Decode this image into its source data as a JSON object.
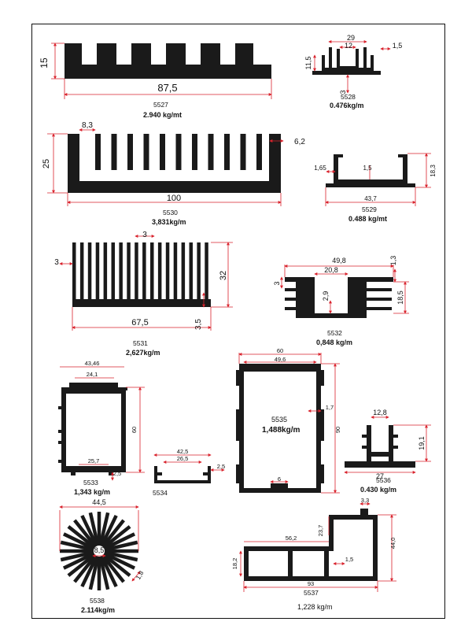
{
  "profiles": [
    {
      "code": "5527",
      "weight": "2.940 kg/mt",
      "dims": [
        "15",
        "87,5"
      ]
    },
    {
      "code": "5528",
      "weight": "0.476kg/m",
      "dims": [
        "29",
        "12",
        "1,5",
        "11,5",
        "3"
      ]
    },
    {
      "code": "5530",
      "weight": "3,831kg/m",
      "dims": [
        "8,3",
        "6,2",
        "25",
        "100"
      ]
    },
    {
      "code": "5529",
      "weight": "0.488 kg/mt",
      "dims": [
        "1,65",
        "1,5",
        "18,3",
        "43,7"
      ]
    },
    {
      "code": "5531",
      "weight": "2,627kg/m",
      "dims": [
        "3",
        "3",
        "32",
        "67,5",
        "3,5"
      ]
    },
    {
      "code": "5532",
      "weight": "0,848 kg/m",
      "dims": [
        "49,8",
        "1,3",
        "20,8",
        "3",
        "2,9",
        "18,5"
      ]
    },
    {
      "code": "5533",
      "weight": "1,343 kg/m",
      "dims": [
        "43,46",
        "24,1",
        "60",
        "25,7",
        "2,5"
      ]
    },
    {
      "code": "5534",
      "weight": "",
      "dims": [
        "42,5",
        "26,5",
        "2,5"
      ]
    },
    {
      "code": "5535",
      "weight": "1,488kg/m",
      "dims": [
        "60",
        "49,6",
        "1,7",
        "90",
        "6"
      ]
    },
    {
      "code": "5536",
      "weight": "0.430 kg/m",
      "dims": [
        "12,8",
        "19,1",
        "27"
      ]
    },
    {
      "code": "5538",
      "weight": "2.114kg/m",
      "dims": [
        "44,5",
        "8,5",
        "1,8"
      ]
    },
    {
      "code": "5537",
      "weight": "1,228 kg/m",
      "dims": [
        "3,3",
        "56,2",
        "23,7",
        "44,0",
        "18,2",
        "1,5",
        "93"
      ]
    }
  ],
  "colors": {
    "profile": "#1a1a1a",
    "dimension": "#d9232d",
    "frame": "#111111"
  }
}
